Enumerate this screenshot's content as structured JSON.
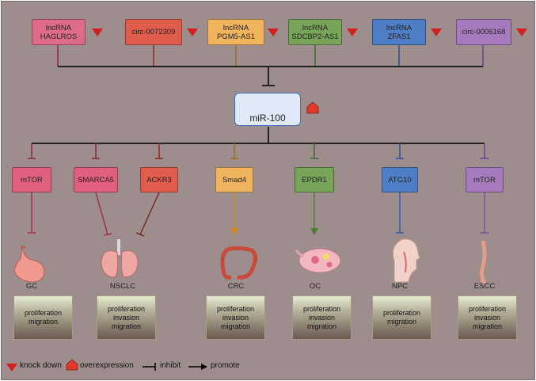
{
  "title": "",
  "regulators": [
    {
      "id": "r1",
      "label": "lncRNA\nHAGLROS",
      "color": "#de6b87"
    },
    {
      "id": "r2",
      "label": "circ-0072309",
      "color": "#e05d4e"
    },
    {
      "id": "r3",
      "label": "lncRNA\nPGM5-AS1",
      "color": "#f0b35e"
    },
    {
      "id": "r4",
      "label": "lncRNA\nSDCBP2-AS1",
      "color": "#78a45a"
    },
    {
      "id": "r5",
      "label": "lncRNA\nZFAS1",
      "color": "#4e7ec5"
    },
    {
      "id": "r6",
      "label": "circ-0006168",
      "color": "#a57bbd"
    }
  ],
  "mirna": {
    "label": "miR-100"
  },
  "targets": [
    {
      "id": "t1",
      "label": "mTOR",
      "color": "#e0607e"
    },
    {
      "id": "t2",
      "label": "SMARCA5",
      "color": "#e0607e"
    },
    {
      "id": "t3",
      "label": "ACKR3",
      "color": "#e05d4e"
    },
    {
      "id": "t4",
      "label": "Smad4",
      "color": "#f0b35e"
    },
    {
      "id": "t5",
      "label": "EPDR1",
      "color": "#78a45a"
    },
    {
      "id": "t6",
      "label": "ATG10",
      "color": "#4e7ec5"
    },
    {
      "id": "t7",
      "label": "mTOR",
      "color": "#a57bbd"
    }
  ],
  "cancers": [
    {
      "id": "c1",
      "label": "GC",
      "organ": "stomach-icon"
    },
    {
      "id": "c2",
      "label": "NSCLC",
      "organ": "lung-icon"
    },
    {
      "id": "c3",
      "label": "CRC",
      "organ": "colon-icon"
    },
    {
      "id": "c4",
      "label": "OC",
      "organ": "ovary-icon"
    },
    {
      "id": "c5",
      "label": "NPC",
      "organ": "nasopharynx-icon"
    },
    {
      "id": "c6",
      "label": "ESCC",
      "organ": "esophagus-icon"
    }
  ],
  "outcomes": [
    {
      "id": "o1",
      "label": "proliferation\nmigration"
    },
    {
      "id": "o2",
      "label": "proliferation\ninvasion\nmigration"
    },
    {
      "id": "o3",
      "label": "proliferation\ninvasion\nmigration"
    },
    {
      "id": "o4",
      "label": "proliferation\ninvasion\nmigration"
    },
    {
      "id": "o5",
      "label": "proliferation\nmigration"
    },
    {
      "id": "o6",
      "label": "proliferation\ninvasion\nmigration"
    }
  ],
  "legend": {
    "knock_down": "knock down",
    "overexpression": "overexpression",
    "inhibit": "inhibit",
    "promote": "promote"
  },
  "colors": {
    "background": "#9d8d8d",
    "knockdown_marker": "#d21f1f",
    "mirna_border": "#3e6fb6"
  }
}
